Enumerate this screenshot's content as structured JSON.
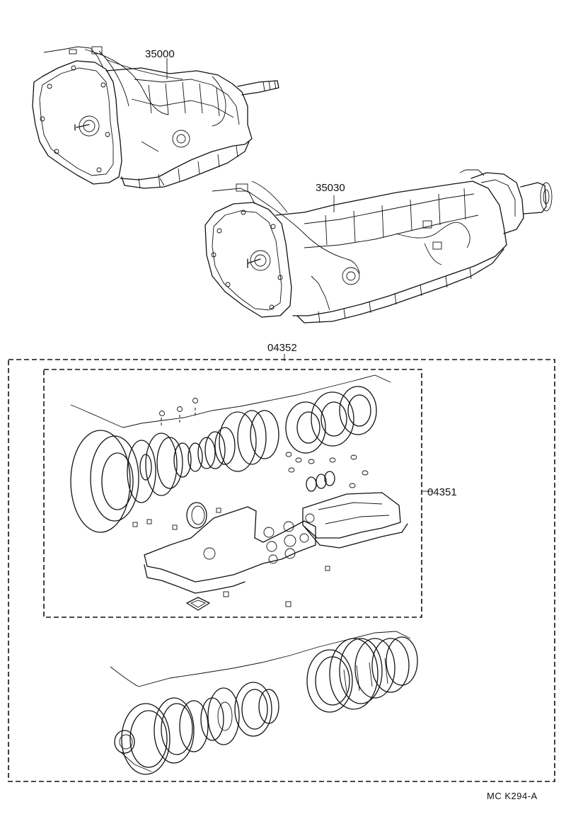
{
  "parts": {
    "transmission_a": "35000",
    "transmission_b": "35030",
    "overhaul_kit": "04352",
    "gasket_kit": "04351"
  },
  "diagram_code": "MC  K294-A"
}
